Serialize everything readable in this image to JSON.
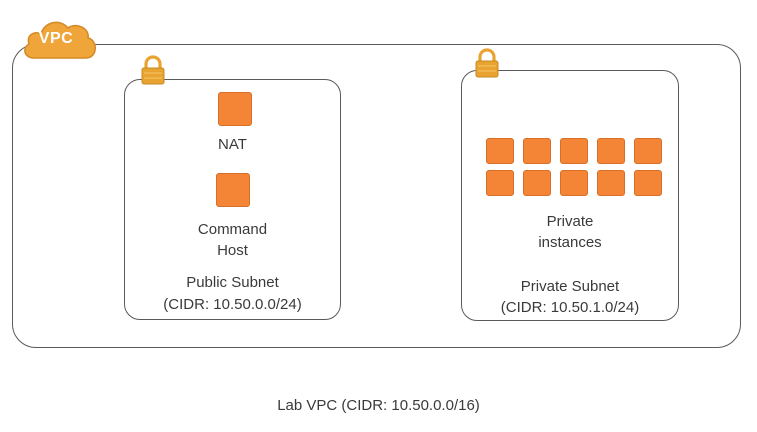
{
  "vpc": {
    "badge_label": "VPC",
    "caption": "Lab VPC (CIDR: 10.50.0.0/16)"
  },
  "public_subnet": {
    "instances": [
      {
        "label": "NAT"
      },
      {
        "label_line1": "Command",
        "label_line2": "Host"
      }
    ],
    "name": "Public Subnet",
    "cidr": "(CIDR: 10.50.0.0/24)"
  },
  "private_subnet": {
    "instances_label_line1": "Private",
    "instances_label_line2": "instances",
    "instance_grid": {
      "rows": 2,
      "cols": 5
    },
    "name": "Private Subnet",
    "cidr": "(CIDR: 10.50.1.0/24)"
  },
  "colors": {
    "instance": "#f58536",
    "badge": "#f0a53a",
    "lock": "#e8a331",
    "border": "#5a5a5a"
  },
  "icons": [
    "cloud-icon",
    "lock-icon",
    "instance-icon"
  ]
}
